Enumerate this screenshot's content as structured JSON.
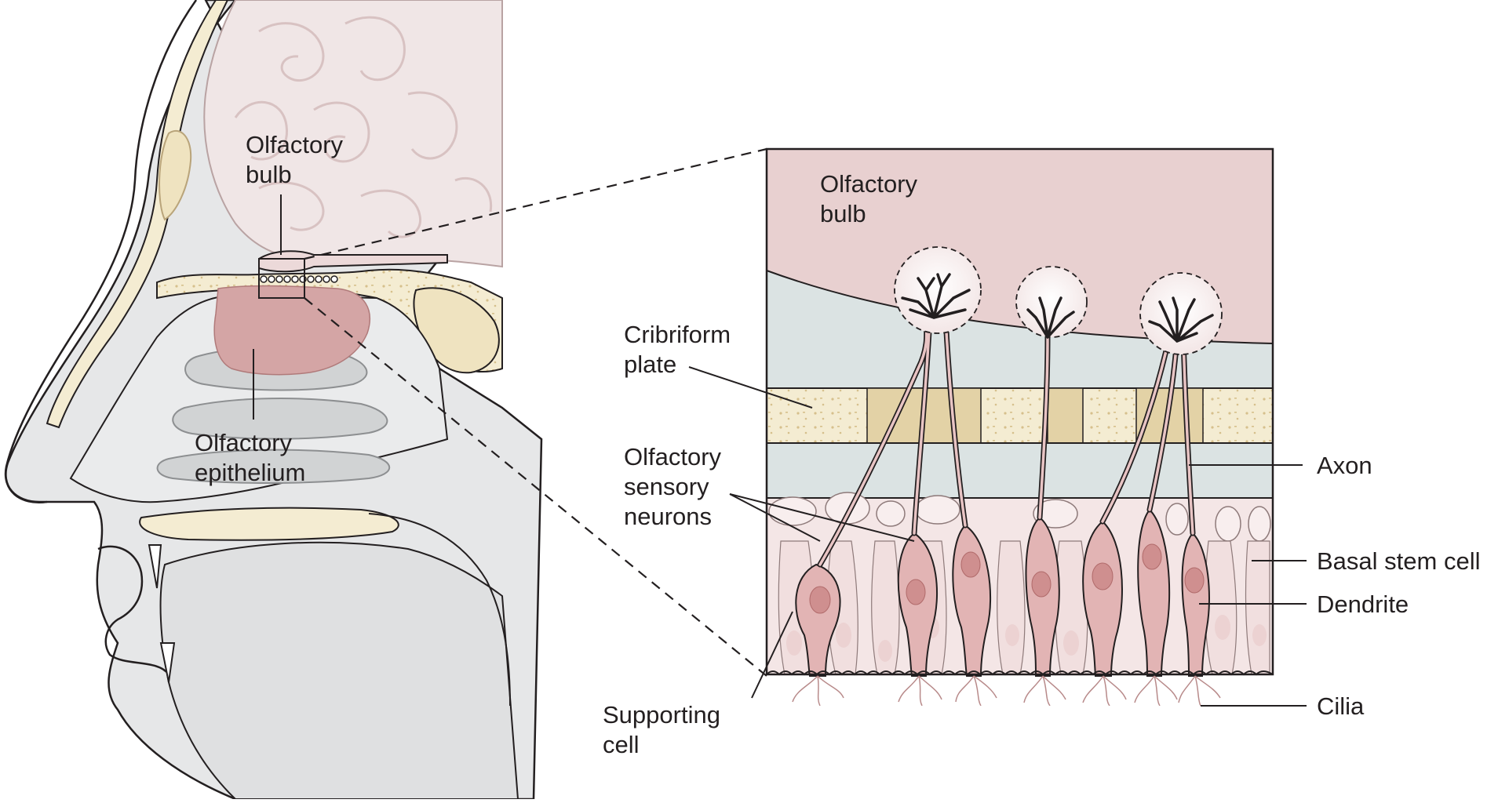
{
  "labels": {
    "head_olfactory_bulb": [
      "Olfactory",
      "bulb"
    ],
    "head_olfactory_epithelium": [
      "Olfactory",
      "epithelium"
    ],
    "inset_olfactory_bulb": [
      "Olfactory",
      "bulb"
    ],
    "cribriform_plate": [
      "Cribriform",
      "plate"
    ],
    "olfactory_sensory_neurons": [
      "Olfactory",
      "sensory",
      "neurons"
    ],
    "supporting_cell": [
      "Supporting",
      "cell"
    ],
    "axon": "Axon",
    "basal_stem_cell": "Basal stem cell",
    "dendrite": "Dendrite",
    "cilia": "Cilia"
  },
  "colors": {
    "skin": "#e6e7e8",
    "skin_dark": "#d1d3d4",
    "outline": "#231f20",
    "brain": "#f0e6e6",
    "bone": "#f4ecd2",
    "bone_dark": "#e3d2a6",
    "epithelium_patch": "#d4a5a5",
    "bulb_inset": "#e8d0d0",
    "glia_band": "#dbe3e3",
    "neuron": "#e2b4b4",
    "neuron_nucleus": "#cf8f8f",
    "support_cell": "#f1dfdf"
  }
}
